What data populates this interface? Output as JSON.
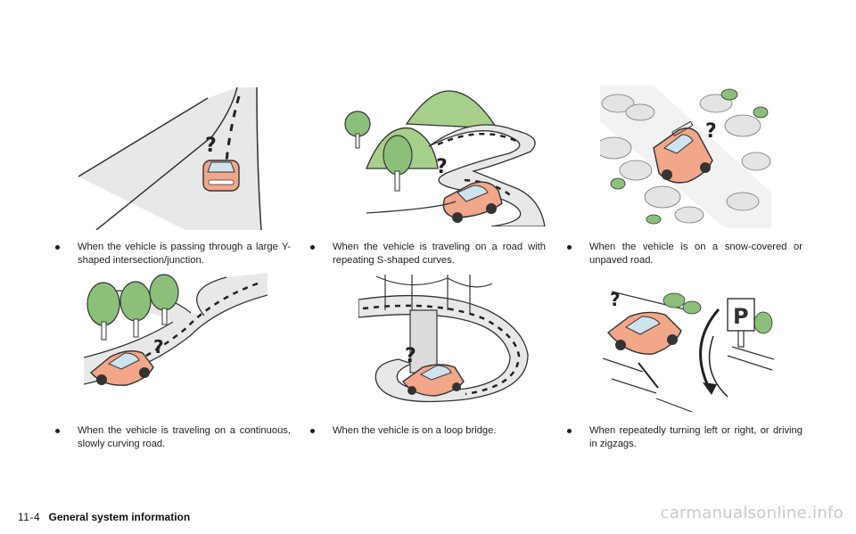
{
  "captions": {
    "c1": "When the vehicle is passing through a large Y-shaped intersection/junction.",
    "c2": "When the vehicle is traveling on a road with repeating S-shaped curves.",
    "c3": "When the vehicle is on a snow-covered or unpaved road.",
    "c4": "When the vehicle is traveling on a continuous, slowly curving road.",
    "c5": "When the vehicle is on a loop bridge.",
    "c6": "When repeatedly turning left or right, or driving in zigzags."
  },
  "footer": {
    "page_number": "11-4",
    "section": "General system information"
  },
  "watermark": "carmanualsonline.info",
  "illustration_marks": {
    "question_mark": "?",
    "parking_sign": "P"
  },
  "colors": {
    "car": "#f2a68a",
    "tree": "#8cc07a",
    "hill": "#a6cf8c",
    "road": "#e6e6e6",
    "outline": "#333333"
  }
}
